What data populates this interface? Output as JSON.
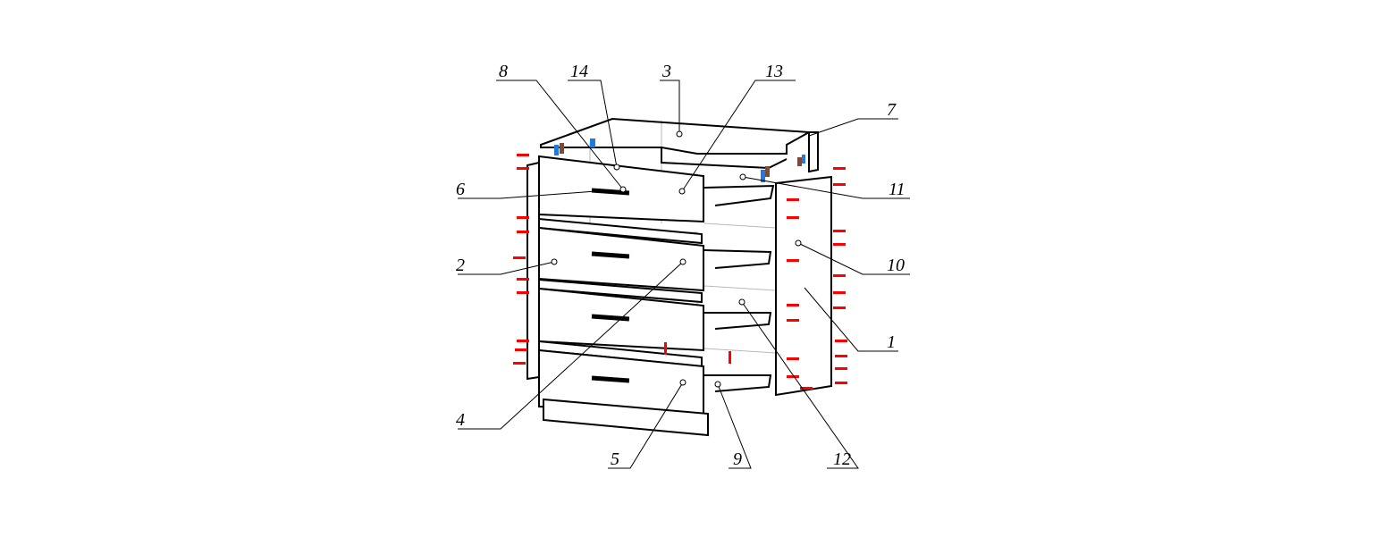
{
  "diagram": {
    "type": "exploded assembly drawing of a four-drawer chest",
    "callouts": [
      {
        "id": "c8",
        "text": "8"
      },
      {
        "id": "c14",
        "text": "14"
      },
      {
        "id": "c3",
        "text": "3"
      },
      {
        "id": "c13",
        "text": "13"
      },
      {
        "id": "c7",
        "text": "7"
      },
      {
        "id": "c11",
        "text": "11"
      },
      {
        "id": "c6",
        "text": "6"
      },
      {
        "id": "c2",
        "text": "2"
      },
      {
        "id": "c10",
        "text": "10"
      },
      {
        "id": "c1",
        "text": "1"
      },
      {
        "id": "c4",
        "text": "4"
      },
      {
        "id": "c5",
        "text": "5"
      },
      {
        "id": "c9",
        "text": "9"
      },
      {
        "id": "c12",
        "text": "12"
      }
    ],
    "colors": {
      "line": "#000000",
      "hidden": "#b0b0b0",
      "fastener": "#ff0000",
      "clip": "#1e7be0",
      "clip_dark": "#7a4a3a"
    }
  }
}
